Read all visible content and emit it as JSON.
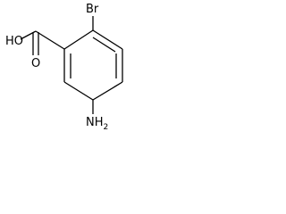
{
  "molecule": {
    "atoms": {
      "bromine": "Br",
      "hydroxyl": "HO",
      "carbonyl_oxygen": "O",
      "amino": "NH",
      "amino_subscript": "2"
    },
    "colors": {
      "bond": "#000000",
      "label": "#000000",
      "background": "#ffffff"
    }
  }
}
